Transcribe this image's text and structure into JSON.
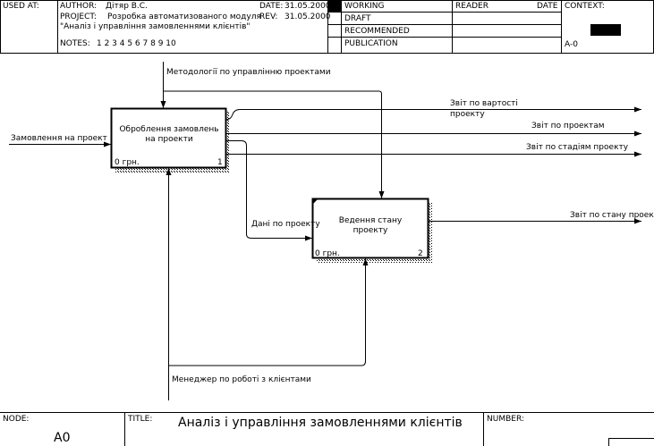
{
  "header": {
    "used_at_label": "USED AT:",
    "author_label": "AUTHOR:",
    "author_value": "Дітяр В.С.",
    "project_label": "PROJECT:",
    "project_value_line1": "Розробка автоматизованого модуля",
    "project_value_line2": "\"Аналіз і управління замовленнями клієнтів\"",
    "date_label": "DATE:",
    "date_value": "31.05.2000",
    "rev_label": "REV:",
    "rev_value": "31.05.2000",
    "notes_label": "NOTES:",
    "notes_numbers": "1  2  3  4  5  6  7  8  9  10",
    "status": [
      "WORKING",
      "DRAFT",
      "RECOMMENDED",
      "PUBLICATION"
    ],
    "reader_label": "READER",
    "reader_date_label": "DATE",
    "context_label": "CONTEXT:",
    "context_node": "A-0"
  },
  "diagram": {
    "box1": {
      "label_line1": "Оброблення замовлень",
      "label_line2": "на проекти",
      "cost": "0 грн.",
      "number": "1"
    },
    "box2": {
      "label_line1": "Ведення стану",
      "label_line2": "проекту",
      "cost": "0 грн.",
      "number": "2"
    },
    "arrows": {
      "control": "Методології по управлінню проектами",
      "input": "Замовлення на проект",
      "out_cost_line1": "Звіт по вартості",
      "out_cost_line2": "проекту",
      "out_projects": "Звіт по проектам",
      "out_stages": "Звіт по стадіям проекту",
      "project_data": "Дані по проекту",
      "out_state": "Звіт по стану проекту",
      "mechanism": "Менеджер по роботі з клієнтами"
    }
  },
  "footer": {
    "node_label": "NODE:",
    "node_value": "A0",
    "title_label": "TITLE:",
    "title_value": "Аналіз і управління замовленнями клієнтів",
    "number_label": "NUMBER:"
  }
}
